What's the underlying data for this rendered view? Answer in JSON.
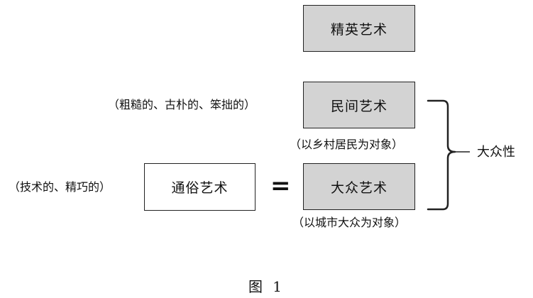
{
  "diagram": {
    "boxes": {
      "elite": "精英艺术",
      "folk": "民间艺术",
      "mass": "大众艺术",
      "popular": "通俗艺术"
    },
    "descriptions": {
      "folk": "（粗糙的、古朴的、笨拙的）",
      "popular": "（技术的、精巧的）"
    },
    "notes": {
      "folk": "（以乡村居民为对象）",
      "mass": "（以城市大众为对象）"
    },
    "equals": "=",
    "brace_label": "大众性",
    "colors": {
      "gray_box": "#d3d3d3",
      "white_box": "#ffffff",
      "line": "#222222"
    }
  },
  "caption": "图 1"
}
